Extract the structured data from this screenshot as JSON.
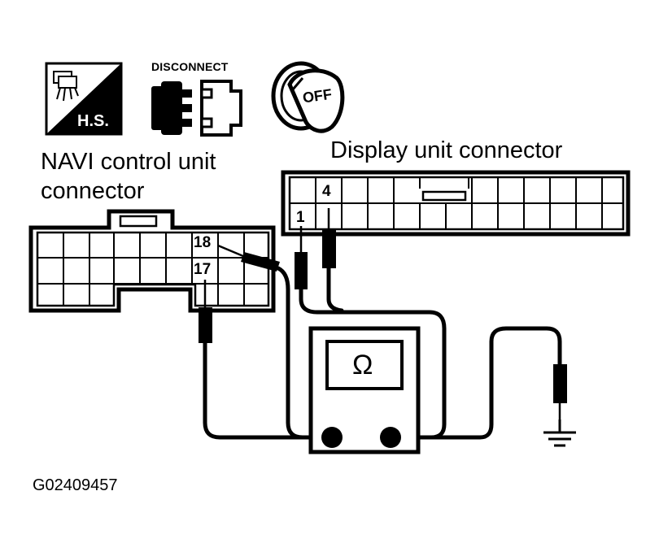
{
  "icons": {
    "harness_sign": {
      "name": "harness-connector-icon",
      "text": "H.S."
    },
    "disconnect": {
      "name": "disconnect-icon",
      "text": "DISCONNECT"
    },
    "ignition": {
      "name": "ignition-key-off-icon",
      "text": "OFF"
    }
  },
  "navi_connector": {
    "title_line1": "NAVI control unit",
    "title_line2": "connector",
    "pins": [
      "18",
      "17"
    ]
  },
  "display_connector": {
    "title": "Display unit connector",
    "pins": [
      "4",
      "1"
    ]
  },
  "meter": {
    "symbol": "Ω"
  },
  "ground": {
    "name": "ground-symbol-icon"
  },
  "figure_code": "G02409457",
  "colors": {
    "line": "#000000",
    "background": "#ffffff"
  }
}
